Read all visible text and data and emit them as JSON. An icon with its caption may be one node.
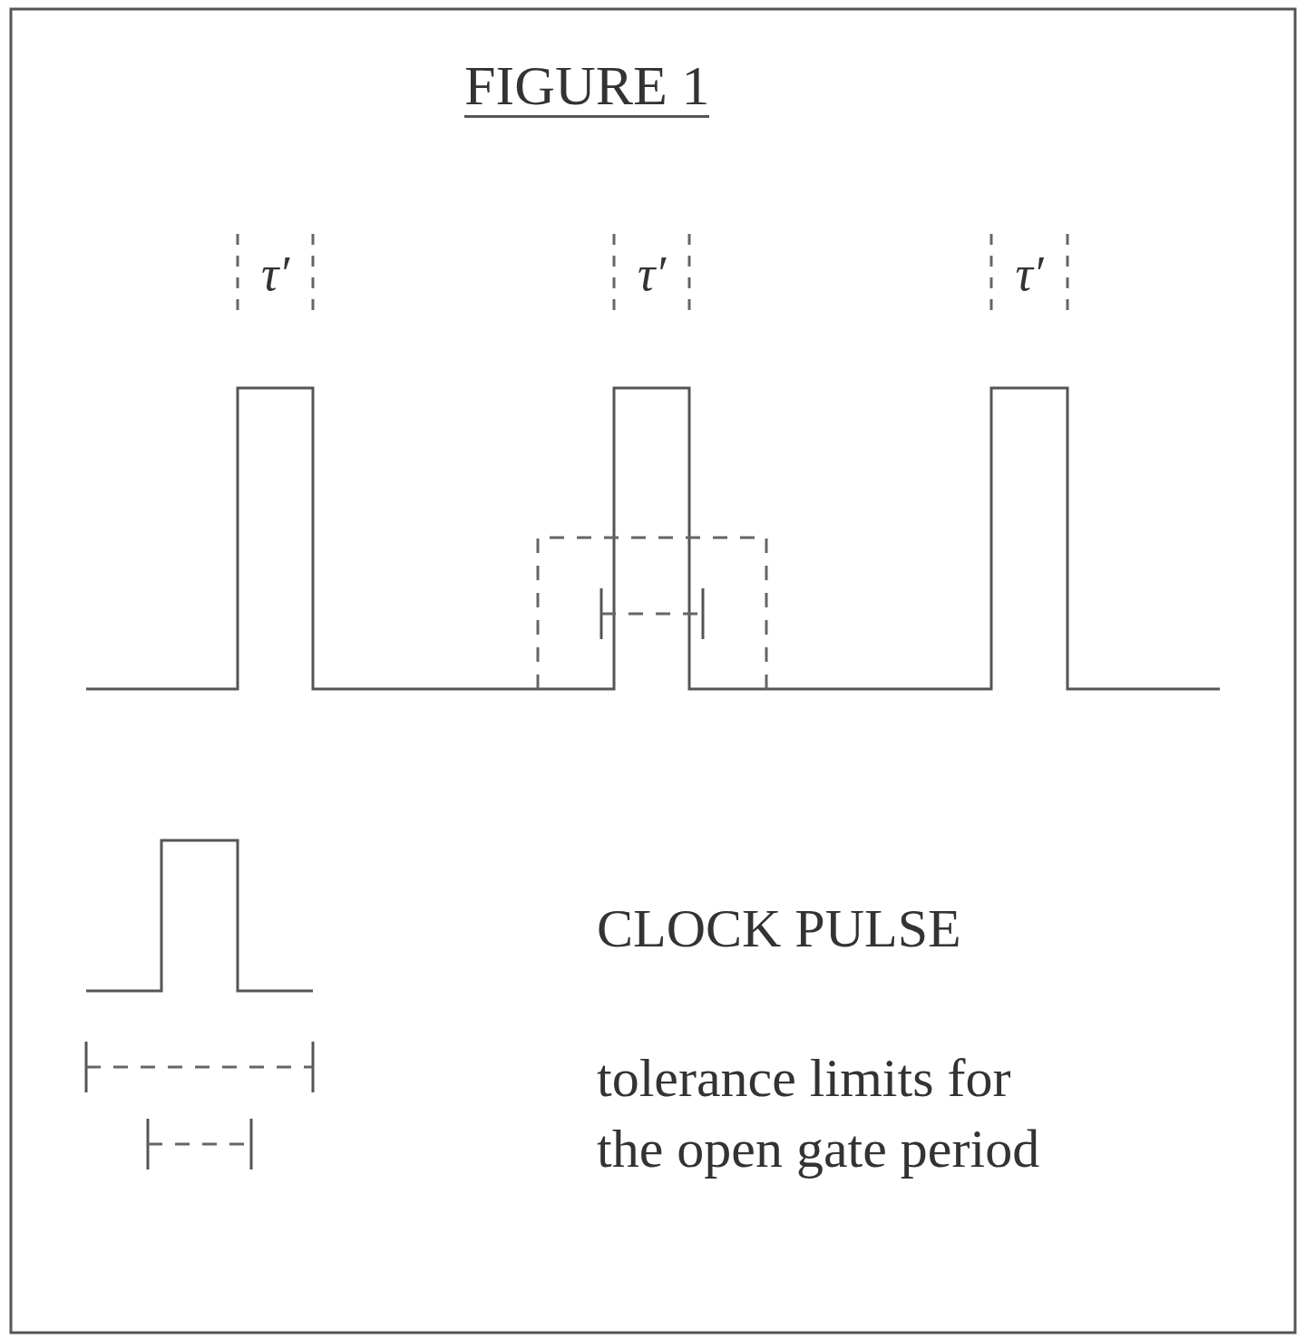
{
  "diagram": {
    "title": "FIGURE 1",
    "labels": [
      "τ′",
      "τ′",
      "τ′"
    ],
    "legend": [
      {
        "text": "CLOCK PULSE"
      },
      {
        "text": "tolerance limits for the open gate period"
      }
    ]
  }
}
